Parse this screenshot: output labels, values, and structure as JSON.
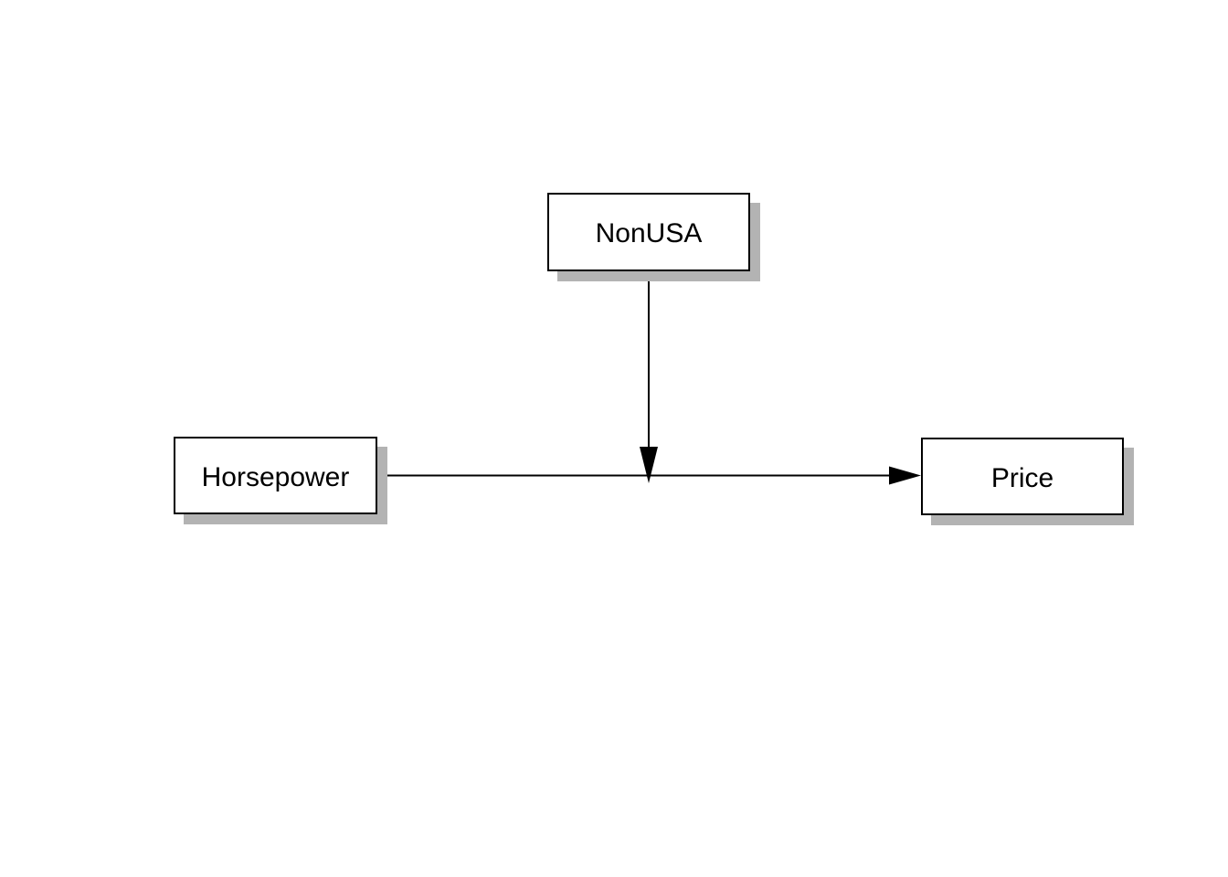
{
  "diagram": {
    "type": "path-diagram",
    "description": "Moderation path diagram: NonUSA moderates the Horsepower to Price relationship",
    "nodes": [
      {
        "id": "nonusa",
        "label": "NonUSA"
      },
      {
        "id": "horsepower",
        "label": "Horsepower"
      },
      {
        "id": "price",
        "label": "Price"
      }
    ],
    "edges": [
      {
        "from": "Horsepower",
        "to": "Price",
        "style": "solid",
        "arrowhead": "filled-triangle",
        "kind": "direct-effect"
      },
      {
        "from": "NonUSA",
        "to": "Horsepower-Price-edge-midpoint",
        "style": "solid",
        "arrowhead": "filled-triangle",
        "kind": "moderation-effect"
      }
    ],
    "colors": {
      "background": "#ffffff",
      "node_fill": "#ffffff",
      "node_border": "#000000",
      "node_shadow": "#b3b3b3",
      "edge_line": "#000000",
      "text": "#000000"
    }
  }
}
